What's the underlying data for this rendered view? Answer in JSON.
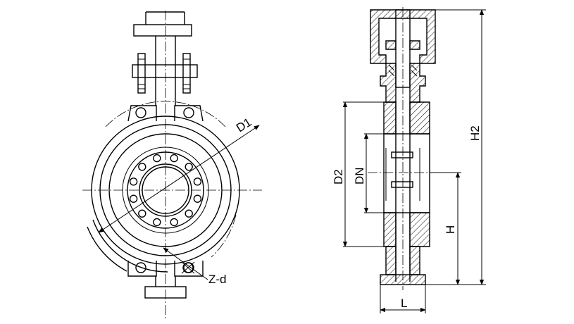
{
  "labels": {
    "d1": "D1",
    "zd": "Z-d",
    "d2": "D2",
    "dn": "DN",
    "h": "H",
    "h2": "H2",
    "l": "L"
  }
}
